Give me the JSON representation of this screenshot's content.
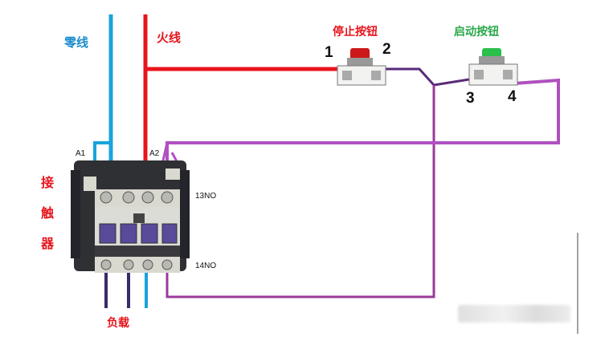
{
  "labels": {
    "neutral": "零线",
    "live": "火线",
    "stop_button": "停止按钮",
    "start_button": "启动按钮",
    "contactor": [
      "接",
      "触",
      "器"
    ],
    "load": "负载"
  },
  "terminals": {
    "t1": "1",
    "t2": "2",
    "t3": "3",
    "t4": "4",
    "a1": "A1",
    "a2": "A2",
    "no13": "13NO",
    "no14": "14NO"
  },
  "colors": {
    "neutral_wire": "#1aa3dc",
    "live_wire": "#e8141c",
    "control_wire": "#b050c0",
    "dark_wire": "#3a2a6a",
    "neutral_text": "#1a8ccc",
    "red_text": "#e8141c",
    "green_text": "#2aa84a"
  }
}
